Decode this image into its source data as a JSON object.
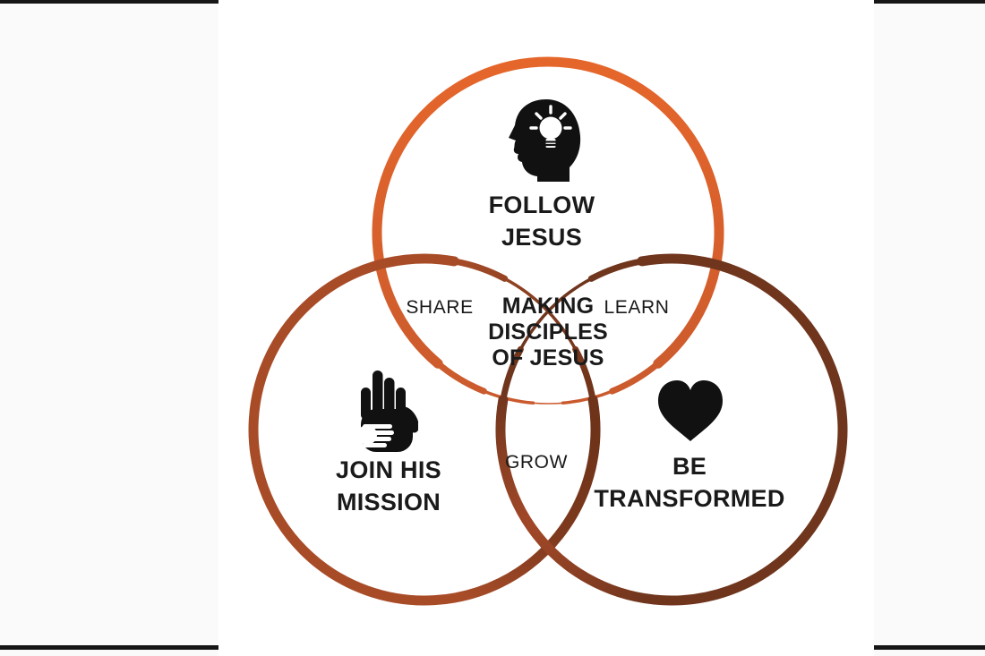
{
  "window": {
    "side_background": "#fafafa",
    "slide_background": "#ffffff",
    "letterbox_color": "#161616",
    "text_color": "#1a1a1a",
    "icon_color": "#111111"
  },
  "diagram": {
    "center_label": {
      "lines": [
        "MAKING",
        "DISCIPLES",
        "OF JESUS"
      ]
    },
    "circles": [
      {
        "name": "follow-jesus",
        "label_lines": [
          "FOLLOW",
          "JESUS"
        ],
        "icon": "head-lightbulb-icon",
        "stroke_top": "#E5662B",
        "stroke_bottom": "#CA5A2D"
      },
      {
        "name": "join-his-mission",
        "label_lines": [
          "JOIN HIS",
          "MISSION"
        ],
        "icon": "helping-hands-icon",
        "stroke_inner": "#6B3218",
        "stroke_outer": "#A84C28"
      },
      {
        "name": "be-transformed",
        "label_lines": [
          "BE",
          "TRANSFORMED"
        ],
        "icon": "heart-icon",
        "stroke_inner": "#A54928",
        "stroke_outer": "#6F351D"
      }
    ],
    "overlaps": [
      {
        "name": "share",
        "label": "SHARE"
      },
      {
        "name": "learn",
        "label": "LEARN"
      },
      {
        "name": "grow",
        "label": "GROW"
      }
    ]
  }
}
